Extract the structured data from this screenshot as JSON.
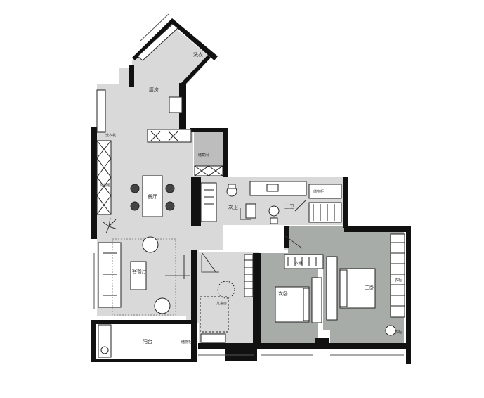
{
  "colors": {
    "floor_light": "#d9d9d9",
    "floor_dark": "#a7aca8",
    "wall": "#111111",
    "storage": "#bdbdbd"
  },
  "rooms": {
    "kitchen": "厨房",
    "laundry": "洗衣",
    "dining": "餐厅",
    "living": "客餐厅",
    "second_bath": "次卫",
    "master_bath": "主卫",
    "second_bedroom": "次卧",
    "master_bedroom": "主卧",
    "balcony": "阳台",
    "study": "儿童房",
    "storage_room": "储藏间",
    "closet": "衣柜",
    "wardrobe_1": "衣柜",
    "wardrobe_2": "衣柜",
    "washer": "洗衣机",
    "cabinet_1": "储物柜",
    "cabinet_2": "储物柜",
    "cabinet_3": "储物柜"
  }
}
